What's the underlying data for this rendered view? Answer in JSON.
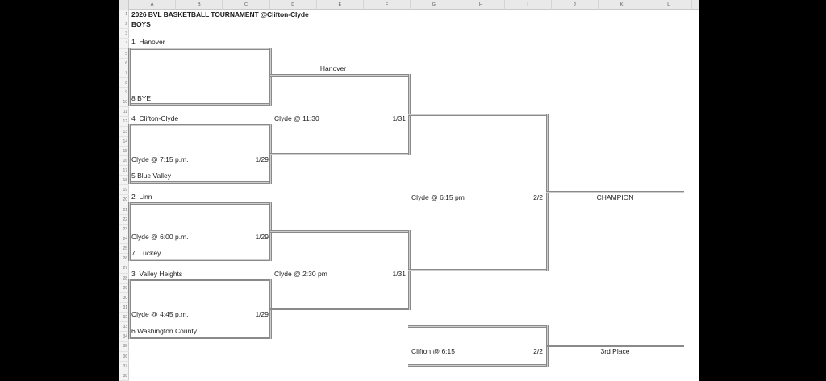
{
  "sheet": {
    "name": "spreadsheet-bracket",
    "column_headers": [
      "A",
      "B",
      "C",
      "D",
      "E",
      "F",
      "G",
      "H",
      "I",
      "J",
      "K",
      "L"
    ],
    "row_count": 39
  },
  "header": {
    "title": "2026 BVL BASKETBALL TOURNAMENT @Clifton-Clyde",
    "subtitle": "BOYS"
  },
  "bracket": {
    "teams": {
      "slot1": "1  Hanover",
      "slot2": "8 BYE",
      "slot3": "4  Clifton-Clyde",
      "slot4": "5 Blue Valley",
      "slot5": "2  Linn",
      "slot6": "7  Luckey",
      "slot7": "3  Valley Heights",
      "slot8": "6 Washington County"
    },
    "games": {
      "qf2": {
        "venue": "Clyde @ 7:15 p.m.",
        "date": "1/29"
      },
      "qf3": {
        "venue": "Clyde @ 6:00 p.m.",
        "date": "1/29"
      },
      "qf4": {
        "venue": "Clyde @ 4:45 p.m.",
        "date": "1/29"
      },
      "sf1": {
        "venue": "Clyde @ 11:30",
        "date": "1/31",
        "advancing": "Hanover"
      },
      "sf2": {
        "venue": "Clyde @ 2:30 pm",
        "date": "1/31"
      },
      "championship": {
        "venue": "Clyde @ 6:15 pm",
        "date": "2/2",
        "result_label": "CHAMPION"
      },
      "third_place": {
        "venue": "Clifton @ 6:15",
        "date": "2/2",
        "result_label": "3rd Place"
      }
    }
  }
}
